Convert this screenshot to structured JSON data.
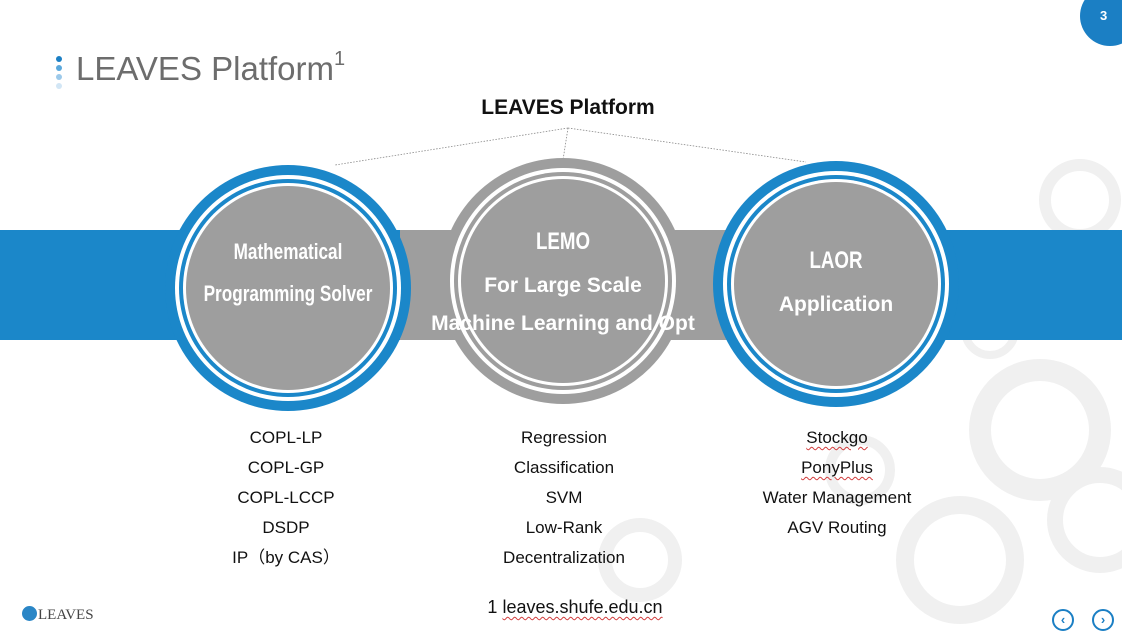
{
  "slide": {
    "page_number": "3",
    "title": "LEAVES Platform",
    "title_superscript": "1",
    "platform_label": "LEAVES Platform",
    "footnote_number": "1",
    "footnote_link": "leaves.shufe.edu.cn",
    "logo_text": "LEAVES"
  },
  "circles": [
    {
      "name": "mps",
      "lines": [
        "Mathematical",
        "Programming Solver"
      ],
      "color": "#9e9e9e",
      "ring": "#1b87c9"
    },
    {
      "name": "lemo",
      "lines": [
        "LEMO",
        "For Large Scale",
        "Machine Learning and Opt"
      ],
      "color": "#9e9e9e",
      "ring": "#9e9e9e"
    },
    {
      "name": "laor",
      "lines": [
        "LAOR",
        "Application"
      ],
      "color": "#9e9e9e",
      "ring": "#1b87c9"
    }
  ],
  "lists": {
    "mps": [
      "COPL-LP",
      "COPL-GP",
      "COPL-LCCP",
      "DSDP",
      "IP（by CAS）"
    ],
    "lemo": [
      "Regression",
      "Classification",
      "SVM",
      "Low-Rank",
      "Decentralization"
    ],
    "laor": [
      "Stockgo",
      "PonyPlus",
      "Water Management",
      "AGV Routing"
    ]
  },
  "nav": {
    "prev_icon": "chevron-left-icon",
    "next_icon": "chevron-right-icon"
  },
  "colors": {
    "accent": "#1b87c9",
    "gray": "#9e9e9e"
  }
}
